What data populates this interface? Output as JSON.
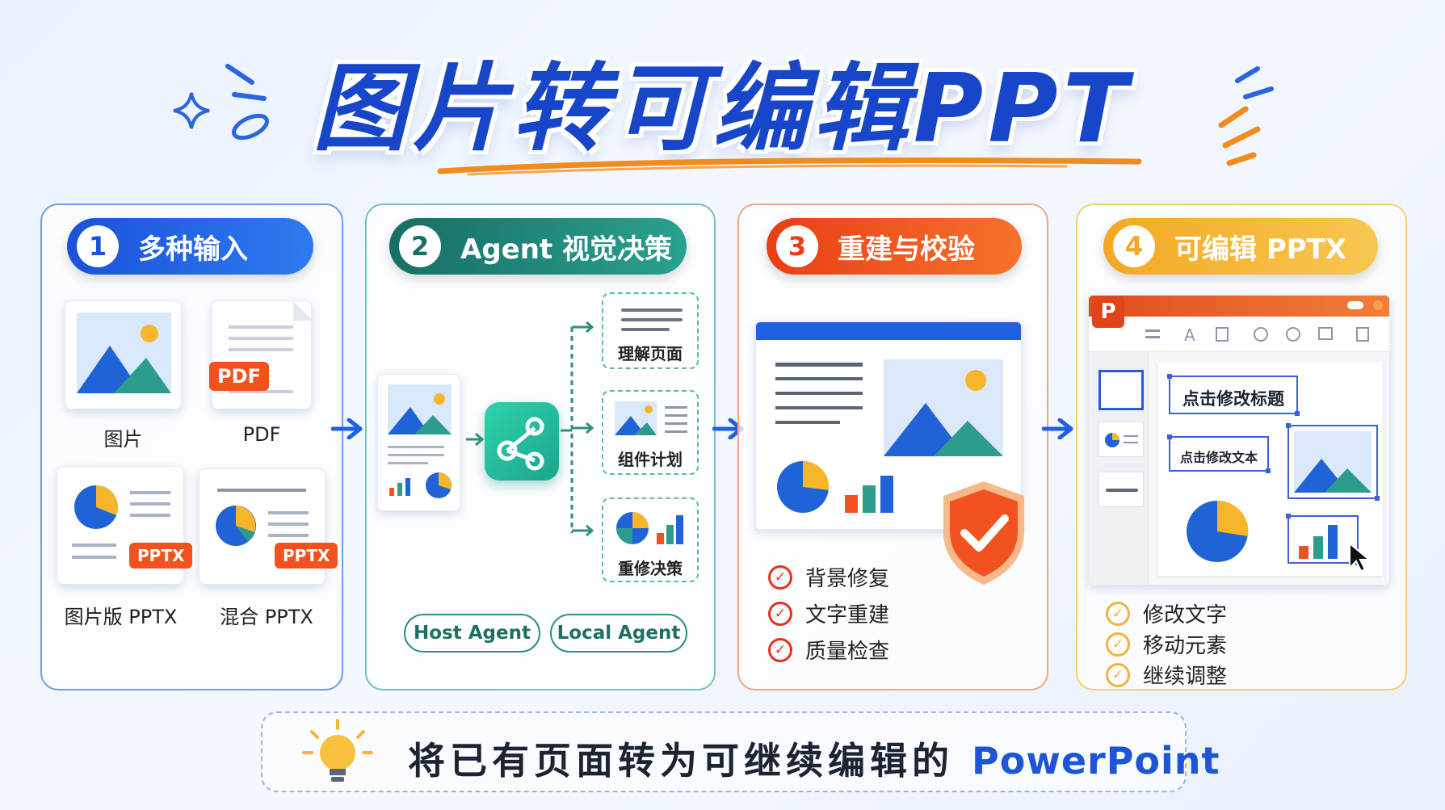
{
  "title": "图片转可编辑PPT",
  "steps": [
    {
      "num": "1",
      "label": "多种输入",
      "color": "#1f5fe0"
    },
    {
      "num": "2",
      "label": "Agent 视觉决策",
      "color": "#1f8c7e"
    },
    {
      "num": "3",
      "label": "重建与校验",
      "color": "#f1521f"
    },
    {
      "num": "4",
      "label": "可编辑 PPTX",
      "color": "#f5b53a"
    }
  ],
  "inputs": {
    "image_label": "图片",
    "pdf_label": "PDF",
    "pdf_tag": "PDF",
    "image_pptx_label": "图片版 PPTX",
    "mixed_pptx_label": "混合 PPTX",
    "pptx_tag": "PPTX"
  },
  "agent": {
    "tasks": [
      "理解页面",
      "组件计划",
      "重修决策"
    ],
    "host": "Host Agent",
    "local": "Local Agent"
  },
  "rebuild": {
    "checks": [
      "背景修复",
      "文字重建",
      "质量检查"
    ]
  },
  "output": {
    "app_letter": "P",
    "edit_title": "点击修改标题",
    "edit_text": "点击修改文本",
    "checks": [
      "修改文字",
      "移动元素",
      "继续调整"
    ]
  },
  "footer": {
    "text": "将已有页面转为可继续编辑的",
    "highlight": "PowerPoint"
  }
}
